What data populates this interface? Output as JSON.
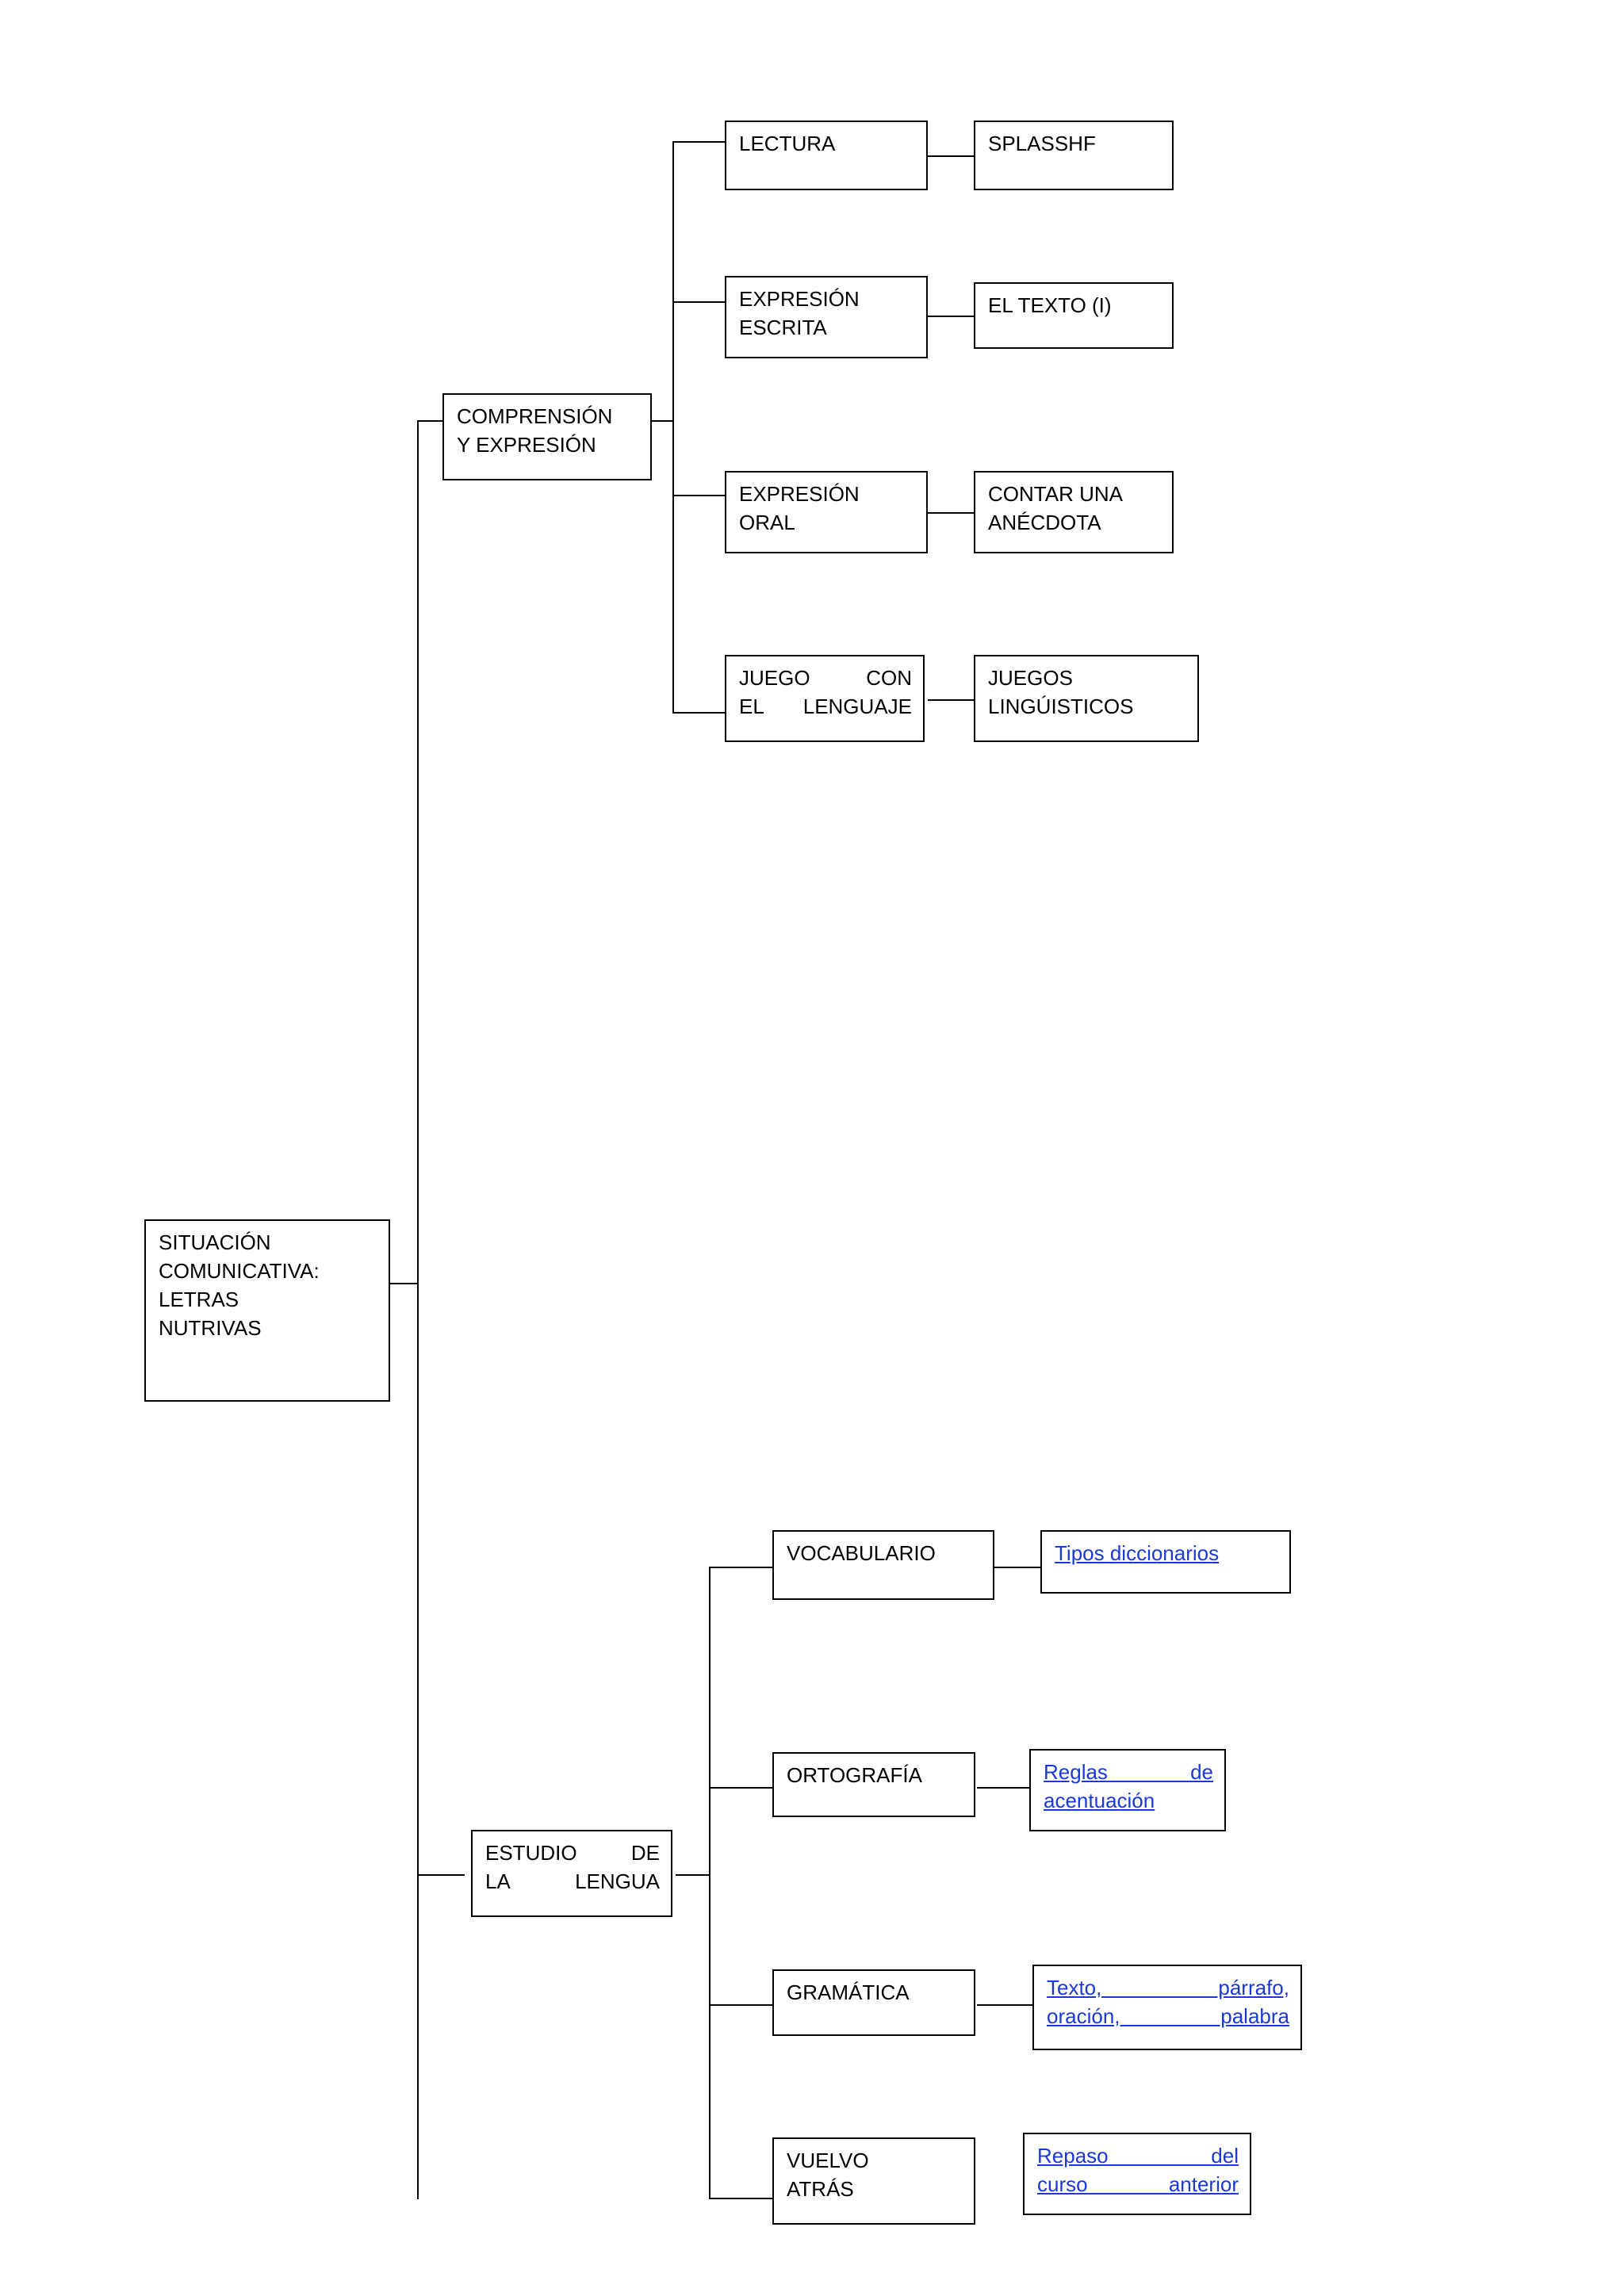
{
  "diagram": {
    "type": "tree",
    "title": "SITUACIÓN COMUNICATIVA: LETRAS NUTRIVAS",
    "root": {
      "label": "SITUACIÓN\nCOMUNICATIVA:\nLETRAS\nNUTRIVAS"
    },
    "branches": [
      {
        "label": "COMPRENSIÓN\nY EXPRESIÓN",
        "children": [
          {
            "label": "LECTURA",
            "leaf": "SPLASSHF",
            "leaf_is_link": false
          },
          {
            "label": "EXPRESIÓN\nESCRITA",
            "leaf": "EL TEXTO (I)",
            "leaf_is_link": false
          },
          {
            "label": "EXPRESIÓN\nORAL",
            "leaf": "CONTAR UNA\nANÉCDOTA",
            "leaf_is_link": false
          },
          {
            "label": "JUEGO CON\nEL LENGUAJE",
            "leaf": "JUEGOS\nLINGÚISTICOS",
            "leaf_is_link": false
          }
        ]
      },
      {
        "label": "ESTUDIO DE\nLA LENGUA",
        "children": [
          {
            "label": "VOCABULARIO",
            "leaf": "Tipos diccionarios",
            "leaf_is_link": true
          },
          {
            "label": "ORTOGRAFÍA",
            "leaf": "Reglas de\nacentuación",
            "leaf_is_link": true
          },
          {
            "label": "GRAMÁTICA",
            "leaf": "Texto, párrafo,\noración, palabra",
            "leaf_is_link": true
          },
          {
            "label": "VUELVO\nATRÁS",
            "leaf": "Repaso del\ncurso anterior",
            "leaf_is_link": true
          }
        ]
      }
    ],
    "colors": {
      "box_border": "#000000",
      "text": "#000000",
      "link_text": "#1a39d6",
      "background": "#ffffff"
    }
  }
}
